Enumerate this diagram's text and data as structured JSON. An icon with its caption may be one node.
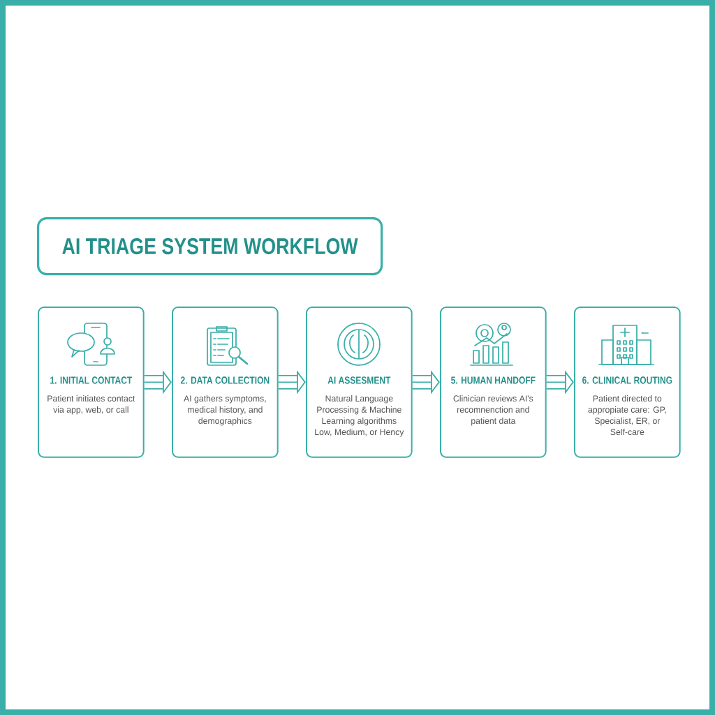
{
  "diagram": {
    "title": "AI TRIAGE SYSTEM WORKFLOW",
    "nodes": [
      {
        "text": [
          "1. INITIAL CONTACT",
          "Patient initiates contact via app, web, or call"
        ]
      },
      {
        "text": [
          "2. DATA COLLECTION",
          "AI gathers symptoms, medical history, and demographics"
        ]
      },
      {
        "text": [
          "AI ASSESMENT",
          "Natural Language Processing & Machine Learning algorithms Low, Medium, or Hency"
        ]
      },
      {
        "text": [
          "5. HUMAN HANDOFF",
          "Clinician reviews AI's recomnenction and patient data"
        ]
      },
      {
        "text": [
          "6. CLINICAL ROUTING",
          "Patient directed to appropiate care: GP, Specialist, ER, or Self-care"
        ]
      }
    ],
    "edges": [
      {
        "from": 0,
        "to": 1,
        "arrow": "to"
      },
      {
        "from": 1,
        "to": 2,
        "arrow": "to"
      },
      {
        "from": 2,
        "to": 3,
        "arrow": "to"
      },
      {
        "from": 3,
        "to": 4,
        "arrow": "to"
      }
    ]
  }
}
